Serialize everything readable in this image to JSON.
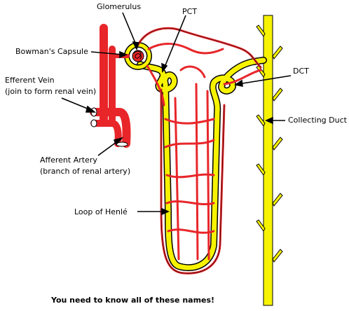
{
  "labels": {
    "glomerulus": "Glomerulus",
    "pct": "PCT",
    "bowmans_capsule": "Bowman's Capsule",
    "efferent_vein": "Efferent Vein",
    "efferent_vein_note": "(join to form renal vein)",
    "dct": "DCT",
    "collecting_duct": "Collecting Duct",
    "afferent_artery": "Afferent Artery",
    "afferent_artery_note": "(branch of renal artery)",
    "loop_of_henle": "Loop of Henlé"
  },
  "footer": "You need to know all of these names!",
  "colors": {
    "vessel": "#e8262a",
    "tubule": "#f7f300",
    "outline": "#000000",
    "background": "#ffffff"
  }
}
